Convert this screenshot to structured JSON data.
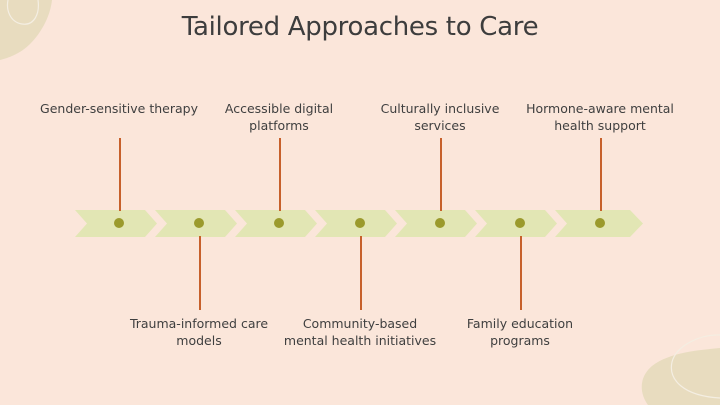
{
  "slide": {
    "title": "Tailored Approaches to Care",
    "colors": {
      "background": "#fbe6da",
      "chevron": "#e2e6b4",
      "dot": "#9b9a2d",
      "stem": "#c7602b",
      "blob": "#e8dcbf"
    }
  },
  "timeline": {
    "top_items": [
      {
        "label": "Gender-sensitive therapy"
      },
      {
        "label": "Accessible digital platforms"
      },
      {
        "label": "Culturally inclusive services"
      },
      {
        "label": "Hormone-aware mental health support"
      }
    ],
    "bottom_items": [
      {
        "label": "Trauma-informed care models"
      },
      {
        "label": "Community-based mental health initiatives"
      },
      {
        "label": "Family education programs"
      }
    ]
  }
}
